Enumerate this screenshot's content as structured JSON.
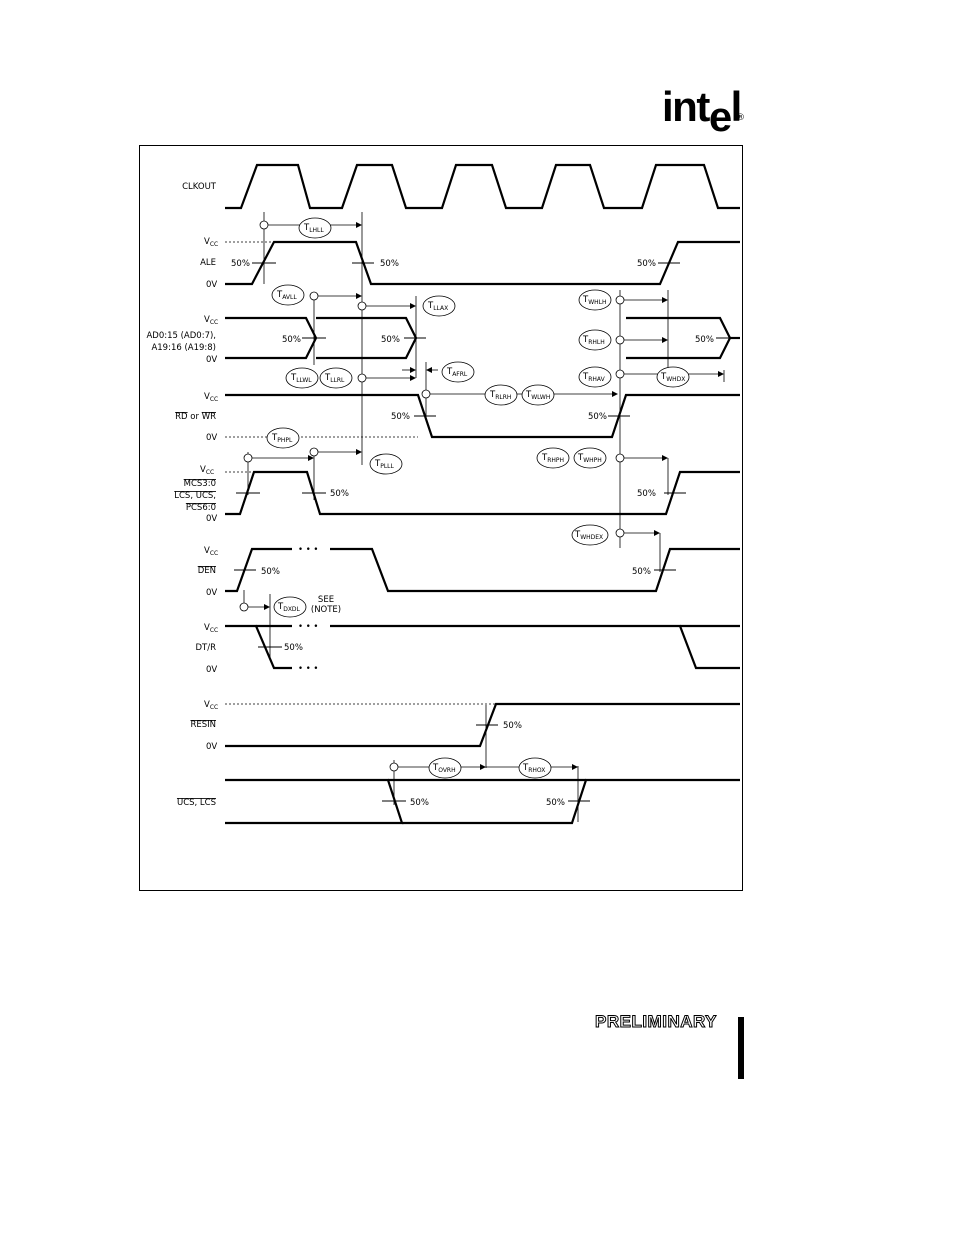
{
  "header": {
    "logo_text_a": "int",
    "logo_text_b": "e",
    "logo_text_c": "l",
    "registered": "®"
  },
  "signals": {
    "clkout": "CLKOUT",
    "vcc": "V",
    "vcc_sub": "CC",
    "zero_v": "0V",
    "ale": "ALE",
    "ad_line1": "AD0:15 (AD0:7),",
    "ad_line2": "A19:16 (A19:8)",
    "rd_a": "RD",
    "rd_or": "or",
    "rd_b": "WR",
    "mcs": "MCS3:0",
    "lcs": "LCS, UCS,",
    "pcs": "PCS6:0",
    "den": "DEN",
    "dtr": "DT/R",
    "resin": "RESIN",
    "ucs_lcs": "UCS, LCS"
  },
  "labels": {
    "fifty": "50%",
    "see": "SEE",
    "note": "(NOTE)",
    "dots": "• • •"
  },
  "timing": {
    "lhll": [
      "T",
      "LHLL"
    ],
    "avll": [
      "T",
      "AVLL"
    ],
    "llax": [
      "T",
      "LLAX"
    ],
    "llwl": [
      "T",
      "LLWL"
    ],
    "llrl": [
      "T",
      "LLRL"
    ],
    "afrl": [
      "T",
      "AFRL"
    ],
    "rlrh": [
      "T",
      "RLRH"
    ],
    "wlwh": [
      "T",
      "WLWH"
    ],
    "phpl": [
      "T",
      "PHPL"
    ],
    "plll": [
      "T",
      "PLLL"
    ],
    "whlh": [
      "T",
      "WHLH"
    ],
    "rhlh": [
      "T",
      "RHLH"
    ],
    "rhav": [
      "T",
      "RHAV"
    ],
    "whdx": [
      "T",
      "WHDX"
    ],
    "rhph": [
      "T",
      "RHPH"
    ],
    "whph": [
      "T",
      "WHPH"
    ],
    "whdex": [
      "T",
      "WHDEX"
    ],
    "dxdl": [
      "T",
      "DXDL"
    ],
    "ovrh": [
      "T",
      "OVRH"
    ],
    "rhox": [
      "T",
      "RHOX"
    ]
  },
  "footer": {
    "preliminary": "PRELIMINARY"
  }
}
